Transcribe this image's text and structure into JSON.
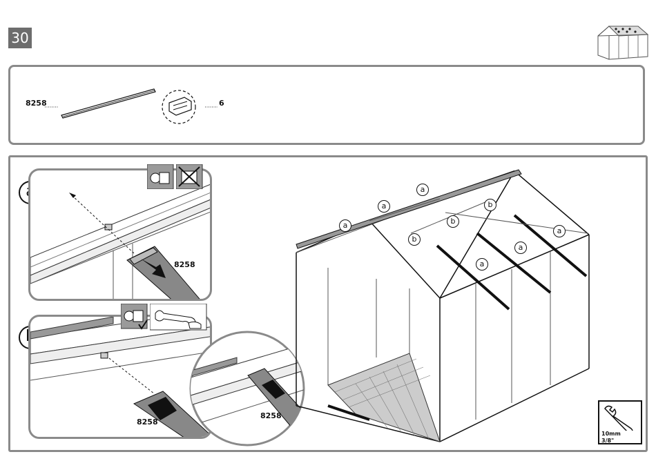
{
  "step": {
    "number": "30"
  },
  "parts": [
    {
      "code": "8258"
    },
    {
      "qty": "6"
    }
  ],
  "detail_a": {
    "letter": "a",
    "part_code": "8258"
  },
  "detail_b": {
    "letter": "b",
    "part_code": "8258",
    "zoom_part_code": "8258"
  },
  "callouts": {
    "a_label": "a",
    "b_label": "b"
  },
  "tool": {
    "size_mm": "10mm",
    "size_in": "3/8\""
  },
  "icons": [
    "shed-thumbnail-icon",
    "bolt-nut-icon",
    "no-bolt-icon",
    "wrench-icon",
    "hand-wrench-icon"
  ]
}
